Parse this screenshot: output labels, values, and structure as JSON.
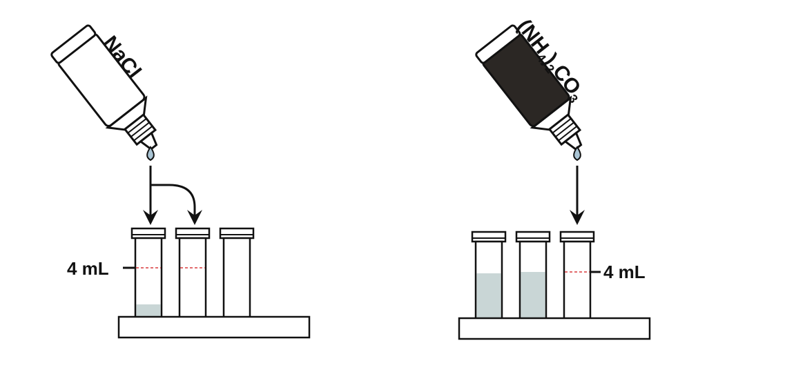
{
  "left_panel": {
    "reagent_label": "NaCl",
    "volume_label": "4 mL",
    "bottle_color": "#ffffff",
    "tubes_filled": [
      true,
      false,
      false
    ]
  },
  "right_panel": {
    "reagent_label_parts": [
      "(NH",
      "4",
      ")",
      "2",
      "CO",
      "3"
    ],
    "volume_label": "4 mL",
    "bottle_color": "#2b2724",
    "tubes_filled": [
      true,
      true,
      false
    ]
  },
  "colors": {
    "outline": "#111111",
    "liquid": "#c9d6d6",
    "drop": "#a9c4d4",
    "mark_line": "#d9393b"
  }
}
